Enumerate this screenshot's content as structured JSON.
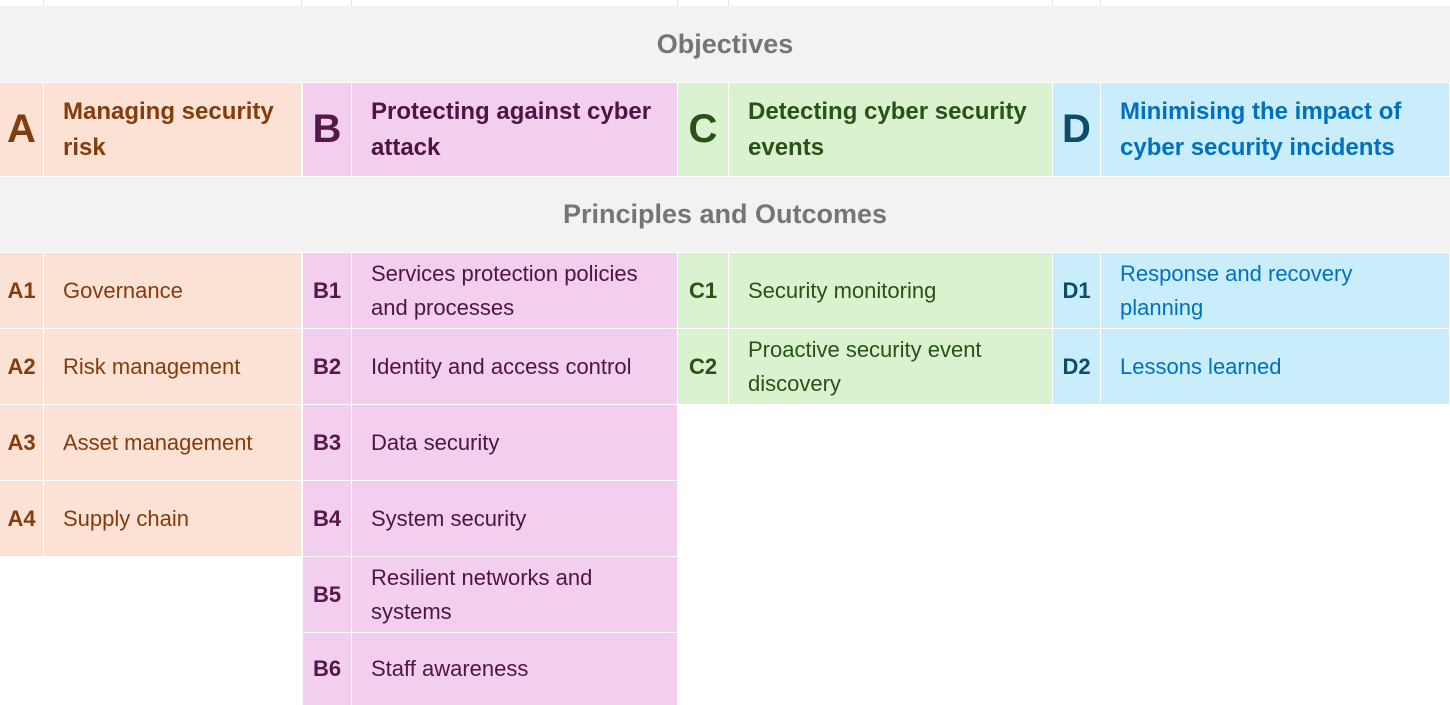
{
  "objectives_header": "Objectives",
  "principles_header": "Principles and Outcomes",
  "colors": {
    "A_bg": "#fbe2d5",
    "A_text": "#843c0c",
    "B_bg": "#f2ceef",
    "B_text": "#4f1447",
    "C_bg": "#daf2d0",
    "C_text": "#275317",
    "D_bg": "#caedfb",
    "D_text": "#0070c0",
    "band_bg": "#f2f2f2",
    "band_text": "#757575"
  },
  "objectives": [
    {
      "letter": "A",
      "title": "Managing security risk"
    },
    {
      "letter": "B",
      "title": "Protecting against cyber attack"
    },
    {
      "letter": "C",
      "title": "Detecting cyber security events"
    },
    {
      "letter": "D",
      "title": "Minimising the impact of cyber security incidents"
    }
  ],
  "principles": {
    "A": [
      {
        "code": "A1",
        "label": "Governance"
      },
      {
        "code": "A2",
        "label": "Risk management"
      },
      {
        "code": "A3",
        "label": "Asset management"
      },
      {
        "code": "A4",
        "label": "Supply chain"
      }
    ],
    "B": [
      {
        "code": "B1",
        "label": "Services protection policies and processes"
      },
      {
        "code": "B2",
        "label": "Identity and access control"
      },
      {
        "code": "B3",
        "label": "Data security"
      },
      {
        "code": "B4",
        "label": "System security"
      },
      {
        "code": "B5",
        "label": "Resilient networks and systems"
      },
      {
        "code": "B6",
        "label": "Staff awareness"
      }
    ],
    "C": [
      {
        "code": "C1",
        "label": "Security monitoring"
      },
      {
        "code": "C2",
        "label": "Proactive security event discovery"
      }
    ],
    "D": [
      {
        "code": "D1",
        "label": "Response and recovery planning"
      },
      {
        "code": "D2",
        "label": "Lessons learned"
      }
    ]
  }
}
